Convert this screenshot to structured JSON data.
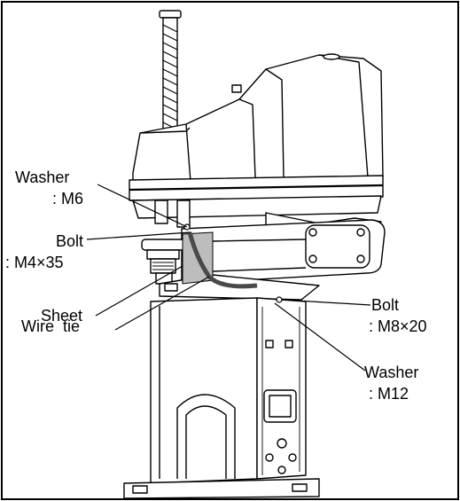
{
  "labels": {
    "washer_m6": "Washer",
    "washer_m6_spec": ": M6",
    "bolt_m4": "Bolt",
    "bolt_m4_spec": ": M4×35",
    "sheet": "Sheet",
    "wire_tie": "Wire  tie",
    "bolt_m8": "Bolt",
    "bolt_m8_spec": ": M8×20",
    "washer_m12": "Washer",
    "washer_m12_spec": ": M12"
  },
  "colors": {
    "line": "#000000",
    "fill": "#ffffff",
    "shade": "#bdbdbd",
    "dark": "#4a4a4a"
  }
}
